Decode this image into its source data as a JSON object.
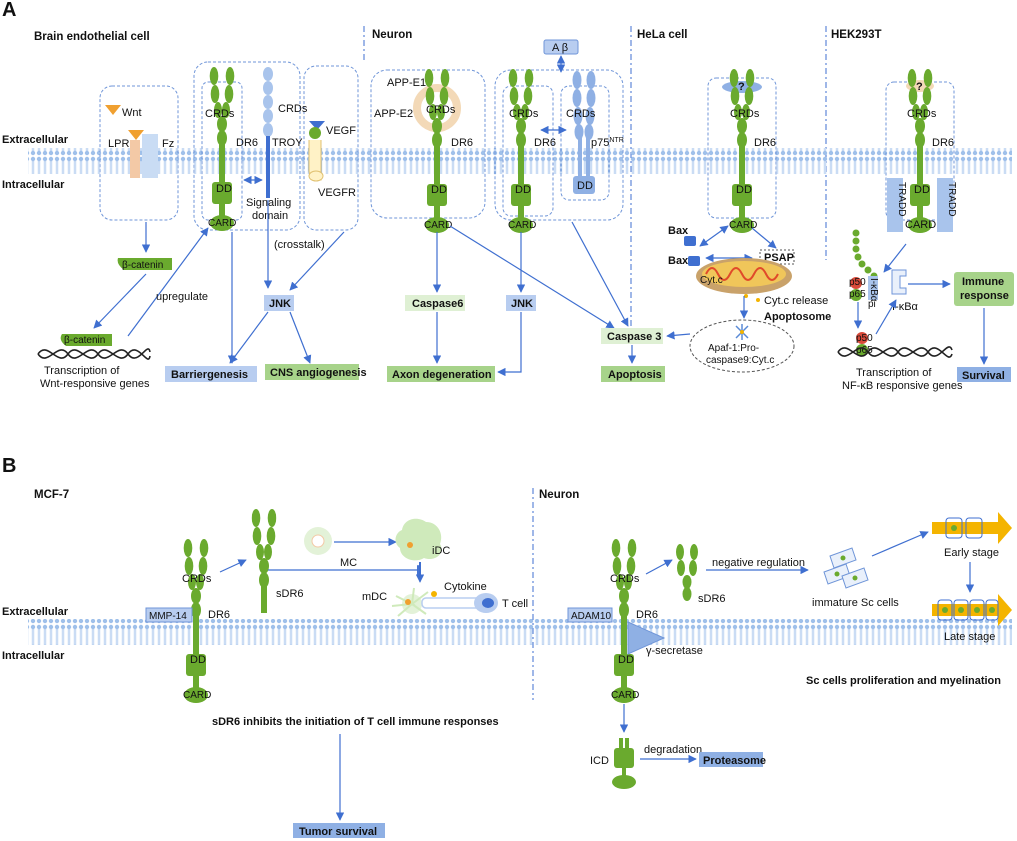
{
  "panelA": {
    "letter": "A",
    "headers": {
      "brain": "Brain endothelial cell",
      "neuron": "Neuron",
      "hela": "HeLa cell",
      "hek": "HEK293T"
    },
    "side": {
      "extra": "Extracellular",
      "intra": "Intracellular"
    },
    "labels": {
      "wnt": "Wnt",
      "lpr": "LPR",
      "fz": "Fz",
      "crds": "CRDs",
      "dr6": "DR6",
      "dd": "DD",
      "card": "CARD",
      "troy": "TROY",
      "signaling1": "Signaling",
      "signaling2": "domain",
      "vegf": "VEGF",
      "vegfr": "VEGFR",
      "crosstalk": "(crosstalk)",
      "upregulate": "upregulate",
      "bcat": "β-catenin",
      "bcat2": "β-catenin",
      "transWnt1": "Transcription of",
      "transWnt2": "Wnt-responsive genes",
      "jnk": "JNK",
      "barrier": "Barriergenesis",
      "cnsang": "CNS angiogenesis",
      "appe1": "APP-E1",
      "appe2": "APP-E2",
      "abeta": "A β",
      "p75": "p75",
      "p75sup": "NTR",
      "casp6": "Caspase6",
      "axon": "Axon degeneration",
      "casp3": "Caspase 3",
      "apoptosis": "Apoptosis",
      "question": "?",
      "bax": "Bax",
      "psap": "PSAP",
      "cytc": "Cyt.c",
      "cytcRelease": "Cyt.c release",
      "apoptosome": "Apoptosome",
      "apaf1": "Apaf-1:Pro-",
      "apaf2": "caspase9:Cyt.c",
      "tradd": "TRADD",
      "p50": "p50",
      "p65": "p65",
      "pi": "pi",
      "ikb": "I-κBα",
      "ikbv": "I-κBα",
      "immune1": "Immune",
      "immune2": "response",
      "survival": "Survival",
      "transNF1": "Transcription of",
      "transNF2": "NF-κB responsive genes"
    }
  },
  "panelB": {
    "letter": "B",
    "headers": {
      "mcf": "MCF-7",
      "neuron": "Neuron"
    },
    "side": {
      "extra": "Extracellular",
      "intra": "Intracellular"
    },
    "labels": {
      "crds": "CRDs",
      "dr6": "DR6",
      "dd": "DD",
      "card": "CARD",
      "mmp14": "MMP-14",
      "sdr6": "sDR6",
      "mc": "MC",
      "idc": "iDC",
      "mdc": "mDC",
      "cytokine": "Cytokine",
      "tcell": "T cell",
      "inhibit": "sDR6  inhibits the initiation of T cell immune responses",
      "tumor": "Tumor survival",
      "adam10": "ADAM10",
      "gamma": "γ-secretase",
      "icd": "ICD",
      "degradation": "degradation",
      "proteasome": "Proteasome",
      "negreg": "negative regulation",
      "immSc": "immature Sc cells",
      "early": "Early stage",
      "late": "Late stage",
      "prolif": "Sc cells proliferation and myelination"
    }
  },
  "colors": {
    "green": "#6aaa2e",
    "darkgreen": "#3f7d1e",
    "lightBlue": "#a9c4ec",
    "blueLine": "#3f6fd0",
    "boxGreen": "#dff0d4",
    "boxBlue": "#b8cdf0",
    "tan": "#f3d9b7",
    "orange": "#f0a030",
    "red": "#d84a3a",
    "yellow": "#f4b400"
  }
}
